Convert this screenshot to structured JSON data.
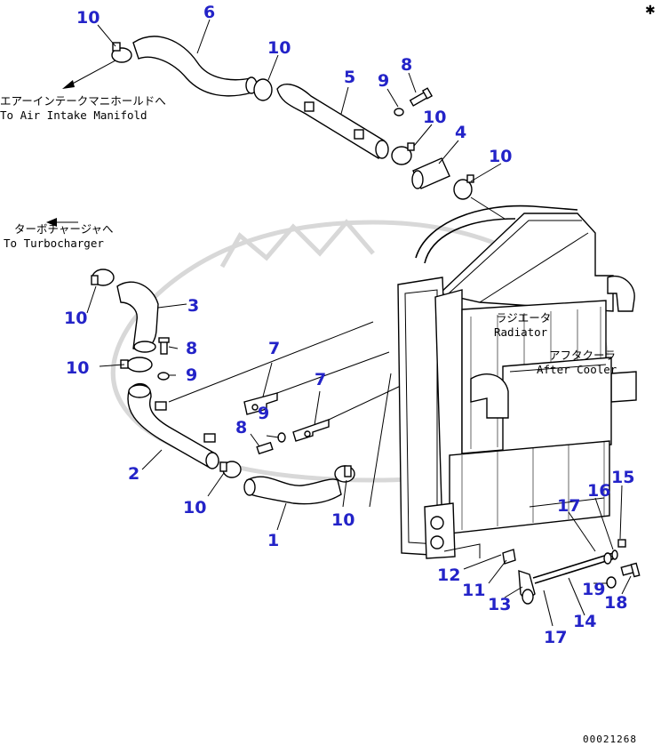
{
  "corner_mark": "✱",
  "labels": {
    "intake": {
      "jp": "エアーインテークマニホールドへ",
      "en": "To Air Intake Manifold"
    },
    "turbo": {
      "jp": "ターボチャージャへ",
      "en": "To Turbocharger"
    },
    "radiator": {
      "jp": "ラジエータ",
      "en": "Radiator"
    },
    "aftercooler": {
      "jp": "アフタクーラ",
      "en": "After Cooler"
    }
  },
  "callouts": [
    {
      "id": "c10a",
      "text": "10"
    },
    {
      "id": "c6",
      "text": "6"
    },
    {
      "id": "c10b",
      "text": "10"
    },
    {
      "id": "c5",
      "text": "5"
    },
    {
      "id": "c9a",
      "text": "9"
    },
    {
      "id": "c8a",
      "text": "8"
    },
    {
      "id": "c10c",
      "text": "10"
    },
    {
      "id": "c4",
      "text": "4"
    },
    {
      "id": "c10d",
      "text": "10"
    },
    {
      "id": "c3",
      "text": "3"
    },
    {
      "id": "c10e",
      "text": "10"
    },
    {
      "id": "c10f",
      "text": "10"
    },
    {
      "id": "c8b",
      "text": "8"
    },
    {
      "id": "c9b",
      "text": "9"
    },
    {
      "id": "c7a",
      "text": "7"
    },
    {
      "id": "c7b",
      "text": "7"
    },
    {
      "id": "c8c",
      "text": "8"
    },
    {
      "id": "c9c",
      "text": "9"
    },
    {
      "id": "c2",
      "text": "2"
    },
    {
      "id": "c10g",
      "text": "10"
    },
    {
      "id": "c10h",
      "text": "10"
    },
    {
      "id": "c1",
      "text": "1"
    },
    {
      "id": "c15",
      "text": "15"
    },
    {
      "id": "c16",
      "text": "16"
    },
    {
      "id": "c17a",
      "text": "17"
    },
    {
      "id": "c12",
      "text": "12"
    },
    {
      "id": "c11",
      "text": "11"
    },
    {
      "id": "c13",
      "text": "13"
    },
    {
      "id": "c19",
      "text": "19"
    },
    {
      "id": "c14",
      "text": "14"
    },
    {
      "id": "c18",
      "text": "18"
    },
    {
      "id": "c17b",
      "text": "17"
    }
  ],
  "doc_number": "00021268"
}
